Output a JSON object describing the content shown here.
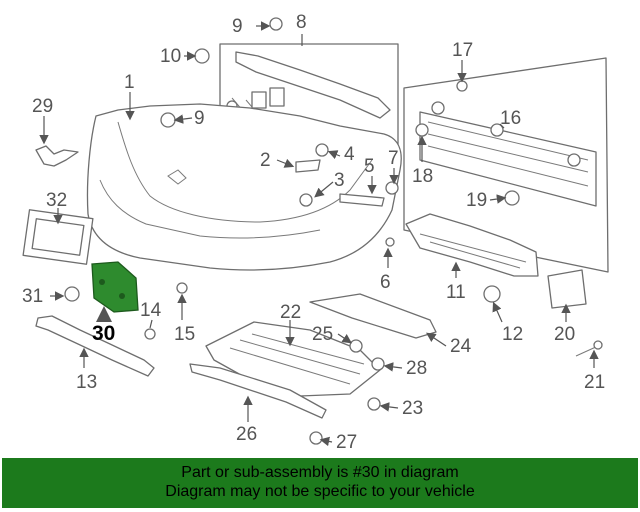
{
  "diagram": {
    "callouts": [
      "1",
      "2",
      "3",
      "4",
      "5",
      "6",
      "7",
      "8",
      "9",
      "10",
      "11",
      "12",
      "13",
      "14",
      "15",
      "16",
      "17",
      "18",
      "19",
      "20",
      "21",
      "22",
      "23",
      "24",
      "25",
      "26",
      "27",
      "28",
      "29",
      "30",
      "31",
      "32"
    ],
    "highlighted_part": "30",
    "highlight_color": "#2e8b2e",
    "line_color": "#6e6e6e"
  },
  "footer": {
    "line1": "Part or sub-assembly is #30 in diagram",
    "line2": "Diagram may not be specific to your vehicle",
    "background": "#1c7a1c"
  }
}
